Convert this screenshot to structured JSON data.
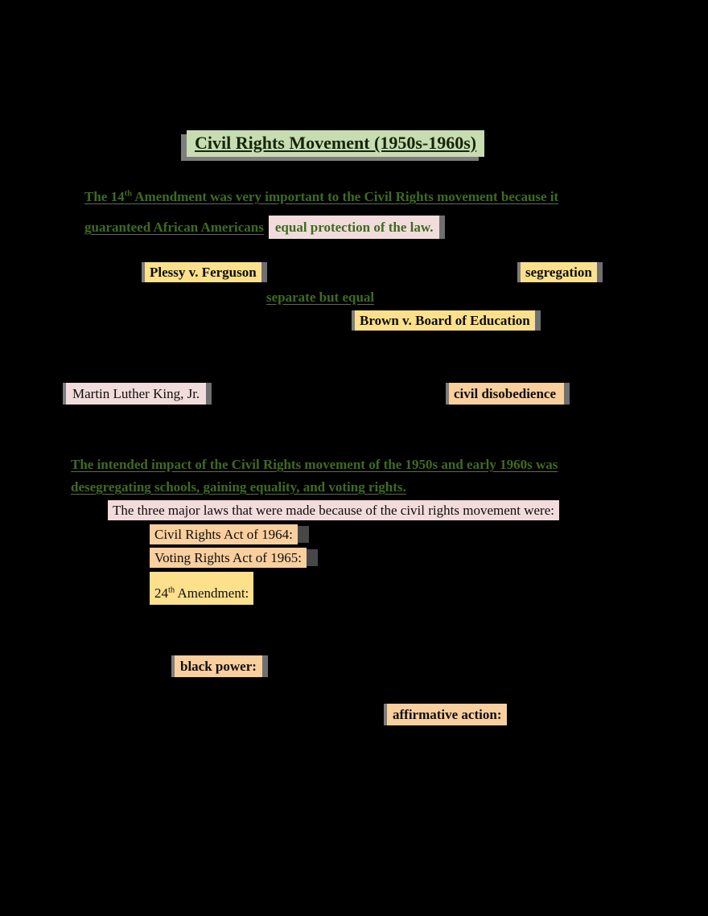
{
  "document": {
    "title": "Civil Rights Movement (1950s-1960s)",
    "intro": {
      "line1_pre": "The 14",
      "line1_sup": "th",
      "line1_rest": " Amendment was very important to the Civil Rights movement because it",
      "line2_green": "guaranteed African Americans",
      "line2_highlight": "equal protection of the law."
    },
    "court_cases": {
      "plessy": "Plessy v. Ferguson",
      "segregation": "segregation",
      "separate_but_equal": "separate but equal",
      "brown": "Brown v. Board of Education"
    },
    "mlk": {
      "name": "Martin Luther King, Jr.",
      "method": "civil disobedience"
    },
    "impact": {
      "line1": "The intended impact of the Civil Rights movement of the 1950s and early 1960s was",
      "line2": "desegregating schools, gaining equality, and voting rights."
    },
    "laws": {
      "intro": "The three major laws that were made because of the civil rights movement were:",
      "civil_rights_act": "Civil Rights Act of 1964:",
      "voting_rights_act": "Voting Rights Act of 1965:",
      "amendment_pre": "24",
      "amendment_sup": "th",
      "amendment_rest": " Amendment:"
    },
    "terms": {
      "black_power": "black power:",
      "affirmative_action": "affirmative action:"
    }
  },
  "colors": {
    "page_background": "#000000",
    "highlight_green": "#c8dcb2",
    "highlight_pink": "#f2dcdb",
    "highlight_yellow": "#fde08c",
    "highlight_orange": "#f9cf9e",
    "text_green": "#3f6b1f",
    "text_black": "#0d0d0d",
    "edge_gray": "#7d7d7d"
  }
}
